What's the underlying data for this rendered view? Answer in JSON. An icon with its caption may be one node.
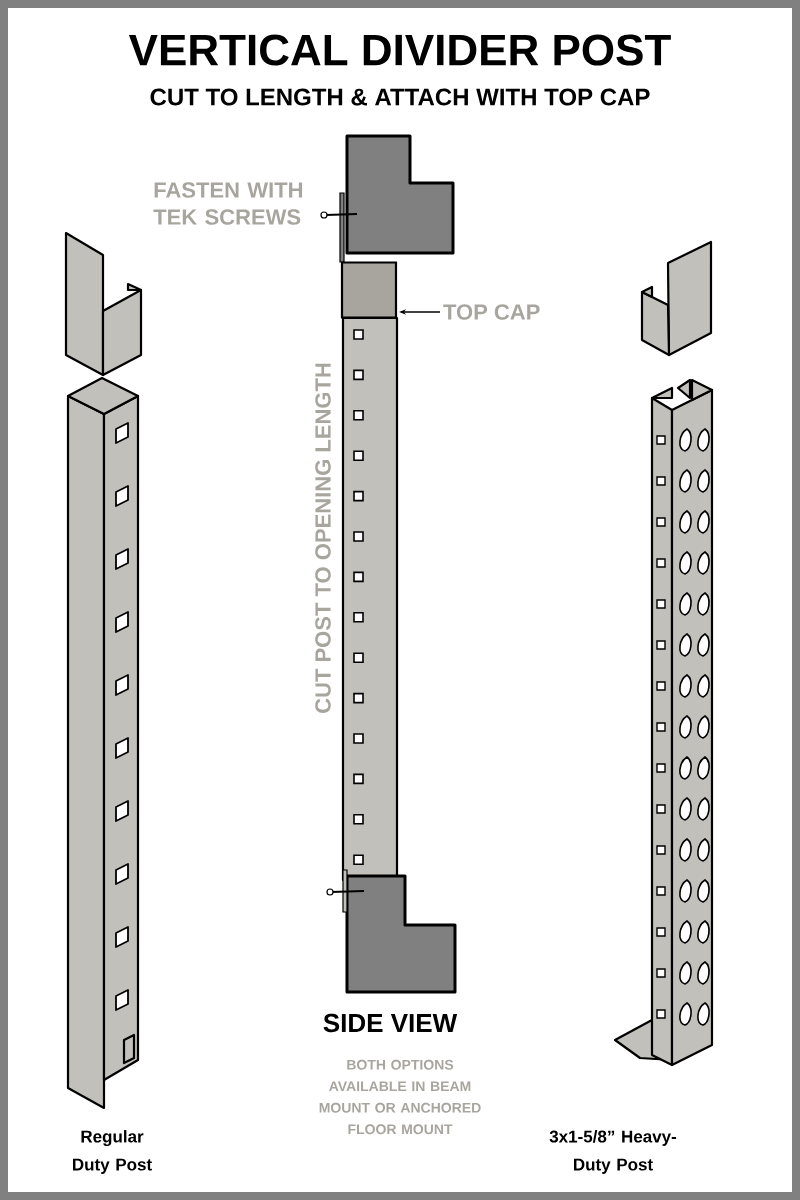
{
  "diagram": {
    "title": "VERTICAL DIVIDER POST",
    "nodes": [
      {
        "text": [
          "TOP CAP"
        ]
      },
      {
        "text": [],
        "shape": "box"
      }
    ],
    "edges": [
      {
        "from": 0,
        "to": 1,
        "arrow": "to"
      }
    ],
    "labels": [
      "CUT TO LENGTH & ATTACH WITH TOP CAP",
      "FASTEN WITH TEK SCREWS",
      "CUT POST TO OPENING LENGTH",
      "SIDE VIEW",
      "BOTH OPTIONS AVAILABLE IN BEAM MOUNT OR ANCHORED FLOOR MOUNT",
      "Regular Duty Post",
      "3x1-5/8” Heavy-Duty Post"
    ]
  }
}
